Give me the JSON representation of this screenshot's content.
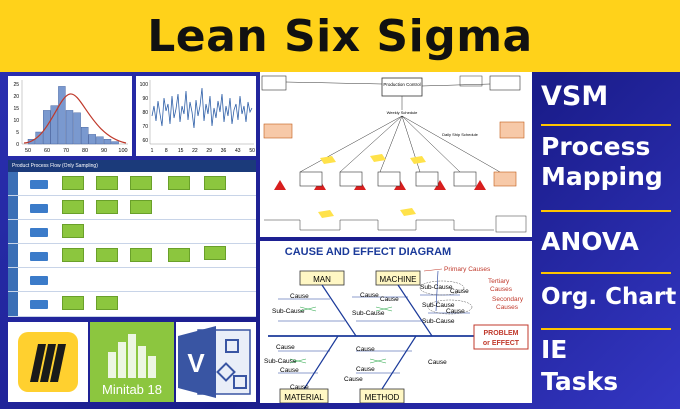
{
  "banner": {
    "title": "Lean Six Sigma",
    "bg_color": "#ffd21a"
  },
  "sidebar": {
    "items": [
      {
        "label": "VSM"
      },
      {
        "label": "Process\nMapping"
      },
      {
        "label": "ANOVA"
      },
      {
        "label": "Org. Chart"
      },
      {
        "label": "IE\nTasks"
      }
    ],
    "separator_color": "#ffc400"
  },
  "histogram": {
    "x_ticks": [
      "50",
      "60",
      "70",
      "80",
      "90",
      "100"
    ],
    "y_ticks": [
      "0",
      "5",
      "10",
      "15",
      "20",
      "25"
    ],
    "bar_values": [
      2,
      5,
      14,
      16,
      24,
      14,
      13,
      7,
      4,
      3,
      2,
      1
    ]
  },
  "run_chart": {
    "x_ticks": [
      "1",
      "8",
      "15",
      "22",
      "29",
      "36",
      "43",
      "50"
    ],
    "y_ticks": [
      "60",
      "70",
      "80",
      "90",
      "100"
    ]
  },
  "process_flow": {
    "title": "Product Process Flow (Only Sampling)"
  },
  "vsm": {
    "title": "Production Control",
    "labels": [
      "Weekly Schedule",
      "Daily Ship Schedule"
    ]
  },
  "fishbone": {
    "title": "CAUSE AND EFFECT DIAGRAM",
    "categories": [
      "MAN",
      "MACHINE",
      "MATERIAL",
      "METHOD"
    ],
    "cause_label": "Cause",
    "subcause_label": "Sub-Cause",
    "primary": "Primary Causes",
    "tertiary": "Tertiary Causes",
    "secondary": "Secondary Causes",
    "effect": "PROBLEM or EFFECT"
  },
  "logos": [
    {
      "name": "miro"
    },
    {
      "name": "Minitab",
      "version": "18"
    },
    {
      "name": "Visio",
      "letter": "V"
    }
  ]
}
